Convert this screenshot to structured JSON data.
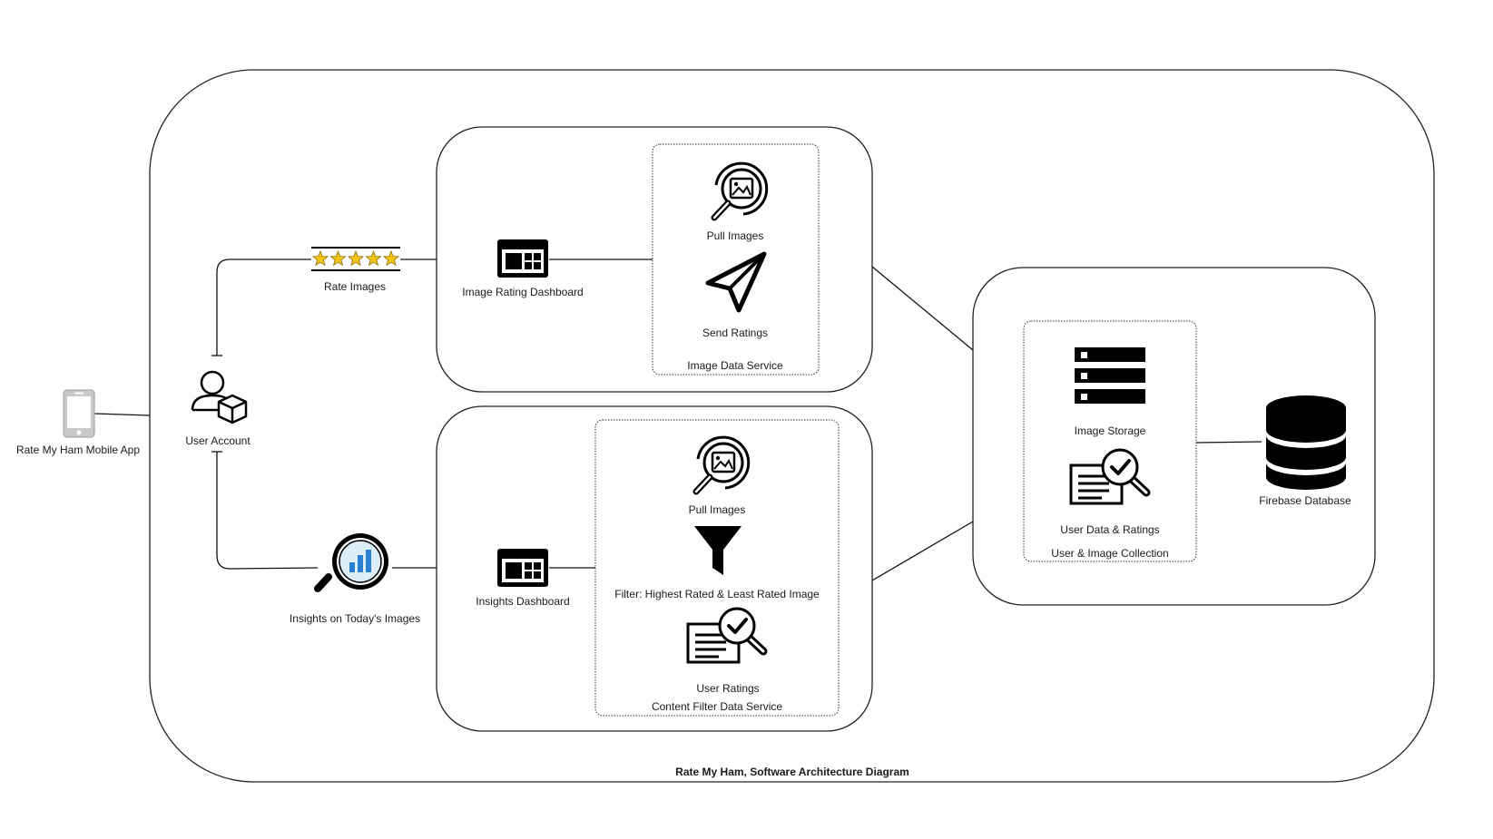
{
  "diagram": {
    "title": "Rate My Ham, Software Architecture Diagram",
    "colors": {
      "stroke": "#000000",
      "star_fill": "#f5c518",
      "insights_blue": "#2a7fd4",
      "lens_fill": "#dceefa",
      "phone_gray": "#b5b5b5"
    },
    "client": {
      "label": "Rate My Ham Mobile App",
      "icon": "mobile-phone-icon"
    },
    "account": {
      "label": "User Account",
      "icon": "user-account-icon"
    },
    "rate": {
      "label": "Rate Images",
      "icon": "five-star-rating-icon"
    },
    "insights": {
      "label": "Insights on Today's Images",
      "icon": "insights-magnifier-icon"
    },
    "rating_dashboard": {
      "label": "Image Rating Dashboard",
      "icon": "dashboard-icon"
    },
    "insights_dashboard": {
      "label": "Insights Dashboard",
      "icon": "dashboard-icon"
    },
    "image_data_service": {
      "label": "Image Data Service",
      "pull_label": "Pull Images",
      "send_label": "Send Ratings"
    },
    "content_filter_service": {
      "label": "Content Filter Data Service",
      "pull_label": "Pull Images",
      "filter_label": "Filter: Highest Rated & Least Rated Image",
      "ratings_label": "User Ratings"
    },
    "collection": {
      "label": "User & Image Collection",
      "storage_label": "Image Storage",
      "user_data_label": "User Data & Ratings"
    },
    "database": {
      "label": "Firebase Database",
      "icon": "database-icon"
    }
  }
}
